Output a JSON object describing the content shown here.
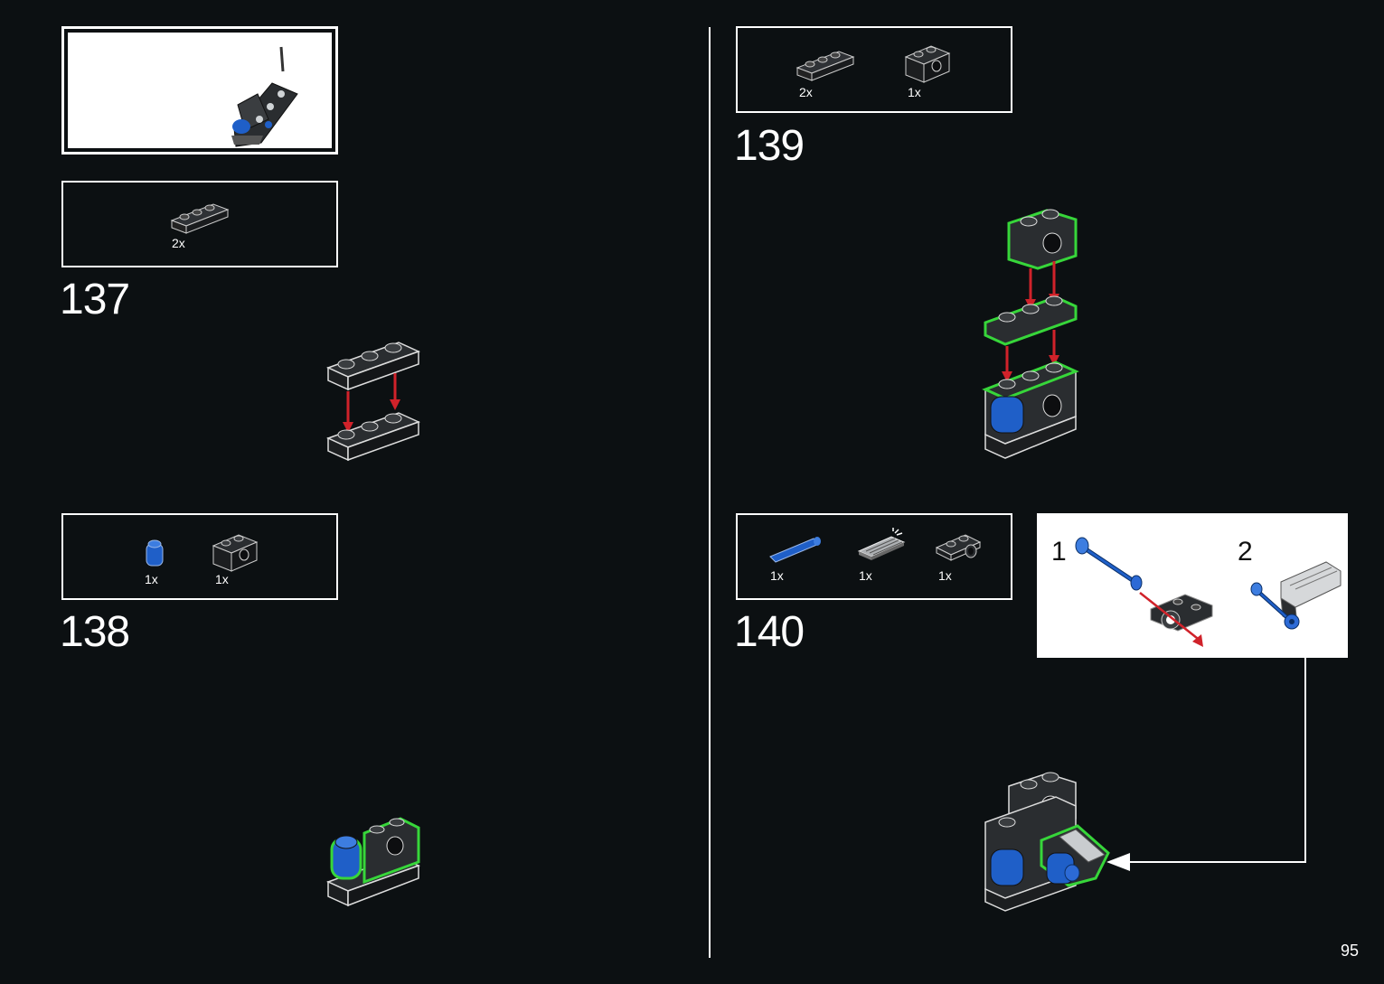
{
  "page": {
    "number": "95"
  },
  "colors": {
    "background": "#0c1012",
    "highlight": "#37d63a",
    "arrow": "#d0222a",
    "part_dark": "#2a2d30",
    "part_blue": "#1f5fc8"
  },
  "overview": {
    "icon": "assembled-subassembly-icon"
  },
  "steps": [
    {
      "number": "137",
      "parts": [
        {
          "qty": "2x",
          "icon": "plate-1x3-icon"
        }
      ]
    },
    {
      "number": "138",
      "parts": [
        {
          "qty": "1x",
          "icon": "round-brick-blue-icon"
        },
        {
          "qty": "1x",
          "icon": "technic-brick-1x2-icon"
        }
      ]
    },
    {
      "number": "139",
      "parts": [
        {
          "qty": "2x",
          "icon": "plate-1x3-icon"
        },
        {
          "qty": "1x",
          "icon": "technic-brick-1x2-icon"
        }
      ]
    },
    {
      "number": "140",
      "parts": [
        {
          "qty": "1x",
          "icon": "axle-pin-blue-icon"
        },
        {
          "qty": "1x",
          "icon": "grille-tile-icon"
        },
        {
          "qty": "1x",
          "icon": "technic-plate-hole-icon"
        }
      ],
      "substeps": [
        {
          "number": "1"
        },
        {
          "number": "2"
        }
      ]
    }
  ]
}
